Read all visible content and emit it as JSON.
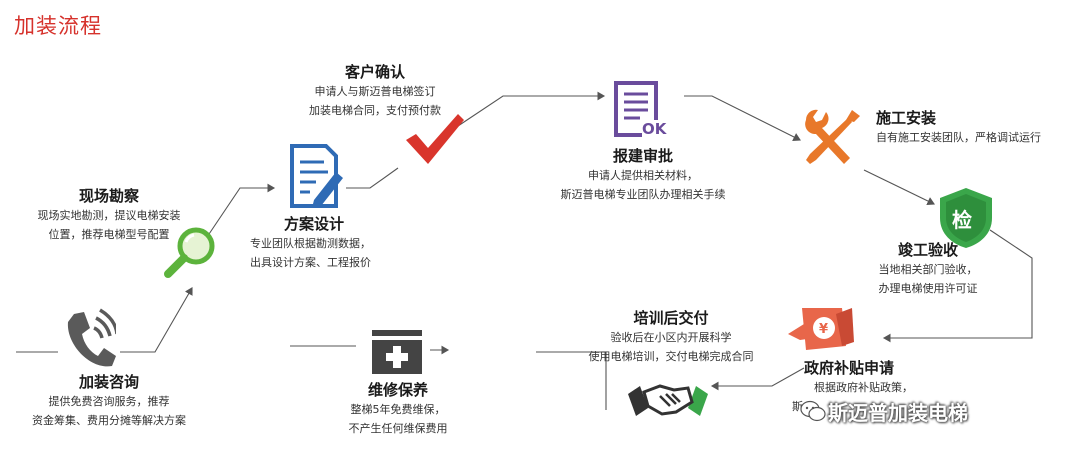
{
  "title": "加装流程",
  "steps": {
    "consult": {
      "title": "加装咨询",
      "desc1": "提供免费咨询服务，推荐",
      "desc2": "资金筹集、费用分摊等解决方案"
    },
    "survey": {
      "title": "现场勘察",
      "desc1": "现场实地勘测，提议电梯安装",
      "desc2": "位置，推荐电梯型号配置"
    },
    "design": {
      "title": "方案设计",
      "desc1": "专业团队根据勘测数据，",
      "desc2": "出具设计方案、工程报价"
    },
    "confirm": {
      "title": "客户确认",
      "desc1": "申请人与斯迈普电梯签订",
      "desc2": "加装电梯合同，支付预付款"
    },
    "approval": {
      "title": "报建审批",
      "desc1": "申请人提供相关材料，",
      "desc2": "斯迈普电梯专业团队办理相关手续",
      "icon_text": "OK"
    },
    "install": {
      "title": "施工安装",
      "desc1": "自有施工安装团队，严格调试运行"
    },
    "acceptance": {
      "title": "竣工验收",
      "desc1": "当地相关部门验收，",
      "desc2": "办理电梯使用许可证",
      "icon_text": "检"
    },
    "subsidy": {
      "title": "政府补贴申请",
      "desc1": "根据政府补贴政策，",
      "desc2": "斯"
    },
    "delivery": {
      "title": "培训后交付",
      "desc1": "验收后在小区内开展科学",
      "desc2": "使用电梯培训，交付电梯完成合同"
    },
    "maintenance": {
      "title": "维修保养",
      "desc1": "整梯5年免费维保，",
      "desc2": "不产生任何维保费用"
    }
  },
  "watermark": "斯迈普加装电梯",
  "colors": {
    "title": "#d6322c",
    "accent_blue": "#2f6bb5",
    "accent_green": "#3aa64a",
    "accent_orange": "#e8782a",
    "accent_red": "#d9352c",
    "icon_gray": "#555555",
    "line": "#555555"
  }
}
